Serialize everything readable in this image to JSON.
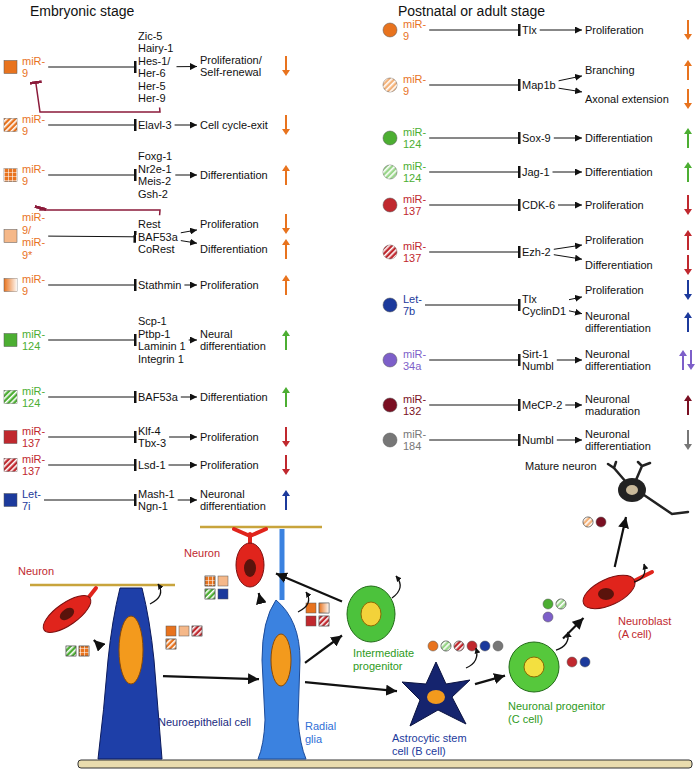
{
  "diagram": {
    "nodes": [
      {
        "text": [
          "miR-9"
        ]
      },
      {
        "text": [
          "Zic-5",
          "Hairy-1",
          "Hes-1/",
          "Her-6",
          "Her-5",
          "Her-9"
        ]
      },
      {
        "text": [
          "Proliferation/ Self-renewal"
        ]
      },
      {
        "text": [
          "miR-9"
        ]
      },
      {
        "text": [
          "Elavl-3"
        ]
      },
      {
        "text": [
          "Cell cycle-exit"
        ]
      },
      {
        "text": [
          "miR-9"
        ]
      },
      {
        "text": [
          "Foxg-1",
          "Nr2e-1",
          "Meis-2",
          "Gsh-2"
        ]
      },
      {
        "text": [
          "Differentiation"
        ]
      },
      {
        "text": [
          "miR-9/ miR-9*"
        ]
      },
      {
        "text": [
          "Rest",
          "BAF53a",
          "CoRest"
        ]
      },
      {
        "text": [
          "Proliferation"
        ]
      },
      {
        "text": [
          "Differentiation"
        ]
      },
      {
        "text": [
          "miR-9"
        ]
      },
      {
        "text": [
          "Stathmin"
        ]
      },
      {
        "text": [
          "Proliferation"
        ]
      },
      {
        "text": [
          "miR-124"
        ]
      },
      {
        "text": [
          "Scp-1",
          "Ptbp-1",
          "Laminin 1",
          "Integrin 1"
        ]
      },
      {
        "text": [
          "Neural differentiation"
        ]
      },
      {
        "text": [
          "miR-124"
        ]
      },
      {
        "text": [
          "BAF53a"
        ]
      },
      {
        "text": [
          "Differentiation"
        ]
      },
      {
        "text": [
          "miR-137"
        ]
      },
      {
        "text": [
          "Klf-4",
          "Tbx-3"
        ]
      },
      {
        "text": [
          "Proliferation"
        ]
      },
      {
        "text": [
          "miR-137"
        ]
      },
      {
        "text": [
          "Lsd-1"
        ]
      },
      {
        "text": [
          "Proliferation"
        ]
      },
      {
        "text": [
          "Let-7i"
        ]
      },
      {
        "text": [
          "Mash-1",
          "Ngn-1"
        ]
      },
      {
        "text": [
          "Neuronal differentiation"
        ]
      },
      {
        "text": [
          "miR-9"
        ]
      },
      {
        "text": [
          "Tlx"
        ]
      },
      {
        "text": [
          "Proliferation"
        ]
      },
      {
        "text": [
          "miR-9"
        ]
      },
      {
        "text": [
          "Map1b"
        ]
      },
      {
        "text": [
          "Branching"
        ]
      },
      {
        "text": [
          "Axonal extension"
        ]
      },
      {
        "text": [
          "miR-124"
        ]
      },
      {
        "text": [
          "Sox-9"
        ]
      },
      {
        "text": [
          "Differentiation"
        ]
      },
      {
        "text": [
          "miR-124"
        ]
      },
      {
        "text": [
          "Jag-1"
        ]
      },
      {
        "text": [
          "Differentiation"
        ]
      },
      {
        "text": [
          "miR-137"
        ]
      },
      {
        "text": [
          "CDK-6"
        ]
      },
      {
        "text": [
          "Proliferation"
        ]
      },
      {
        "text": [
          "miR-137"
        ]
      },
      {
        "text": [
          "Ezh-2"
        ]
      },
      {
        "text": [
          "Proliferation"
        ]
      },
      {
        "text": [
          "Differentiation"
        ]
      },
      {
        "text": [
          "Let-7b"
        ]
      },
      {
        "text": [
          "Tlx",
          "CyclinD1"
        ]
      },
      {
        "text": [
          "Proliferation"
        ]
      },
      {
        "text": [
          "Neuronal differentiation"
        ]
      },
      {
        "text": [
          "miR-34a"
        ]
      },
      {
        "text": [
          "Sirt-1",
          "Numbl"
        ]
      },
      {
        "text": [
          "Neuronal differentiation"
        ]
      },
      {
        "text": [
          "miR-132"
        ]
      },
      {
        "text": [
          "MeCP-2"
        ]
      },
      {
        "text": [
          "Neuronal maduration"
        ]
      },
      {
        "text": [
          "miR-184"
        ]
      },
      {
        "text": [
          "Numbl"
        ]
      },
      {
        "text": [
          "Neuronal differentiation"
        ]
      },
      {
        "text": [
          "Neuron"
        ]
      },
      {
        "text": [
          "Neuroepithelial cell"
        ]
      },
      {
        "text": [
          "Neuron"
        ]
      },
      {
        "text": [
          "Radial glia"
        ]
      },
      {
        "text": [
          "Intermediate progenitor"
        ]
      },
      {
        "text": [
          "Astrocytic stem cell (B cell)"
        ]
      },
      {
        "text": [
          "Neuronal progenitor (C cell)"
        ]
      },
      {
        "text": [
          "Neuroblast (A cell)"
        ]
      },
      {
        "text": [
          "Mature neuron"
        ]
      }
    ],
    "edges": [
      {
        "from": 0,
        "to": 1,
        "arrow": "to"
      },
      {
        "from": 1,
        "to": 2,
        "arrow": "to"
      },
      {
        "from": 1,
        "to": 0,
        "arrow": "to"
      },
      {
        "from": 3,
        "to": 4,
        "arrow": "to"
      },
      {
        "from": 4,
        "to": 5,
        "arrow": "to"
      },
      {
        "from": 6,
        "to": 7,
        "arrow": "to"
      },
      {
        "from": 7,
        "to": 8,
        "arrow": "to"
      },
      {
        "from": 9,
        "to": 10,
        "arrow": "to"
      },
      {
        "from": 10,
        "to": 11,
        "arrow": "to"
      },
      {
        "from": 10,
        "to": 12,
        "arrow": "to"
      },
      {
        "from": 10,
        "to": 9,
        "arrow": "to"
      },
      {
        "from": 13,
        "to": 14,
        "arrow": "to"
      },
      {
        "from": 14,
        "to": 15,
        "arrow": "to"
      },
      {
        "from": 16,
        "to": 17,
        "arrow": "to"
      },
      {
        "from": 17,
        "to": 18,
        "arrow": "to"
      },
      {
        "from": 19,
        "to": 20,
        "arrow": "to"
      },
      {
        "from": 20,
        "to": 21,
        "arrow": "to"
      },
      {
        "from": 22,
        "to": 23,
        "arrow": "to"
      },
      {
        "from": 23,
        "to": 24,
        "arrow": "to"
      },
      {
        "from": 25,
        "to": 26,
        "arrow": "to"
      },
      {
        "from": 26,
        "to": 27,
        "arrow": "to"
      },
      {
        "from": 28,
        "to": 29,
        "arrow": "to"
      },
      {
        "from": 29,
        "to": 30,
        "arrow": "to"
      },
      {
        "from": 31,
        "to": 32,
        "arrow": "to"
      },
      {
        "from": 32,
        "to": 33,
        "arrow": "to"
      },
      {
        "from": 34,
        "to": 35,
        "arrow": "to"
      },
      {
        "from": 35,
        "to": 36,
        "arrow": "to"
      },
      {
        "from": 35,
        "to": 37,
        "arrow": "to"
      },
      {
        "from": 38,
        "to": 39,
        "arrow": "to"
      },
      {
        "from": 39,
        "to": 40,
        "arrow": "to"
      },
      {
        "from": 41,
        "to": 42,
        "arrow": "to"
      },
      {
        "from": 42,
        "to": 43,
        "arrow": "to"
      },
      {
        "from": 44,
        "to": 45,
        "arrow": "to"
      },
      {
        "from": 45,
        "to": 46,
        "arrow": "to"
      },
      {
        "from": 47,
        "to": 48,
        "arrow": "to"
      },
      {
        "from": 48,
        "to": 49,
        "arrow": "to"
      },
      {
        "from": 48,
        "to": 50,
        "arrow": "to"
      },
      {
        "from": 51,
        "to": 52,
        "arrow": "to"
      },
      {
        "from": 52,
        "to": 53,
        "arrow": "to"
      },
      {
        "from": 52,
        "to": 54,
        "arrow": "to"
      },
      {
        "from": 55,
        "to": 56,
        "arrow": "to"
      },
      {
        "from": 56,
        "to": 57,
        "arrow": "to"
      },
      {
        "from": 58,
        "to": 59,
        "arrow": "to"
      },
      {
        "from": 59,
        "to": 60,
        "arrow": "to"
      },
      {
        "from": 61,
        "to": 62,
        "arrow": "to"
      },
      {
        "from": 62,
        "to": 63,
        "arrow": "to"
      },
      {
        "from": 65,
        "to": 64,
        "arrow": "to"
      },
      {
        "from": 65,
        "to": 67,
        "arrow": "to"
      },
      {
        "from": 67,
        "to": 66,
        "arrow": "to"
      },
      {
        "from": 67,
        "to": 68,
        "arrow": "to"
      },
      {
        "from": 68,
        "to": 66,
        "arrow": "to"
      },
      {
        "from": 67,
        "to": 69,
        "arrow": "to"
      },
      {
        "from": 69,
        "to": 70,
        "arrow": "to"
      },
      {
        "from": 70,
        "to": 71,
        "arrow": "to"
      },
      {
        "from": 71,
        "to": 72,
        "arrow": "to"
      }
    ],
    "labels": [
      "Embryonic stage",
      "Postnatal or adult stage"
    ]
  }
}
